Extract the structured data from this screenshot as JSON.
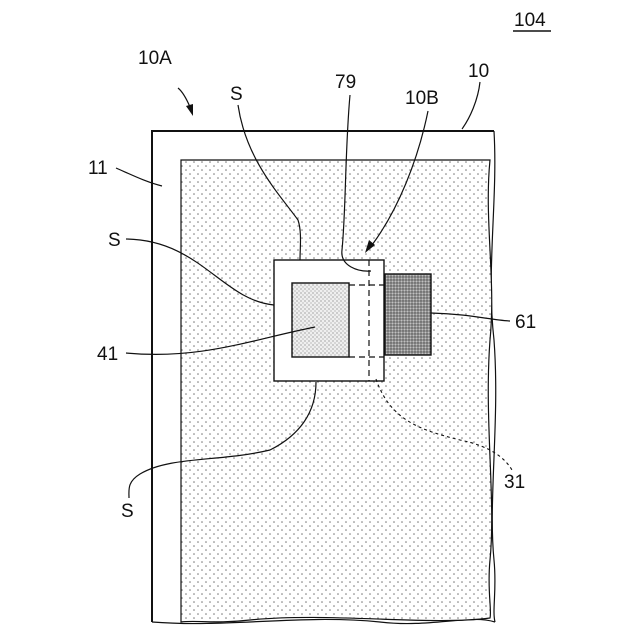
{
  "figure": {
    "number": "104",
    "labels": {
      "ref_10A": "10A",
      "ref_10": "10",
      "ref_11": "11",
      "ref_S_top": "S",
      "ref_79": "79",
      "ref_10B": "10B",
      "ref_S_left": "S",
      "ref_61": "61",
      "ref_41": "41",
      "ref_31": "31",
      "ref_S_bottom": "S"
    }
  }
}
